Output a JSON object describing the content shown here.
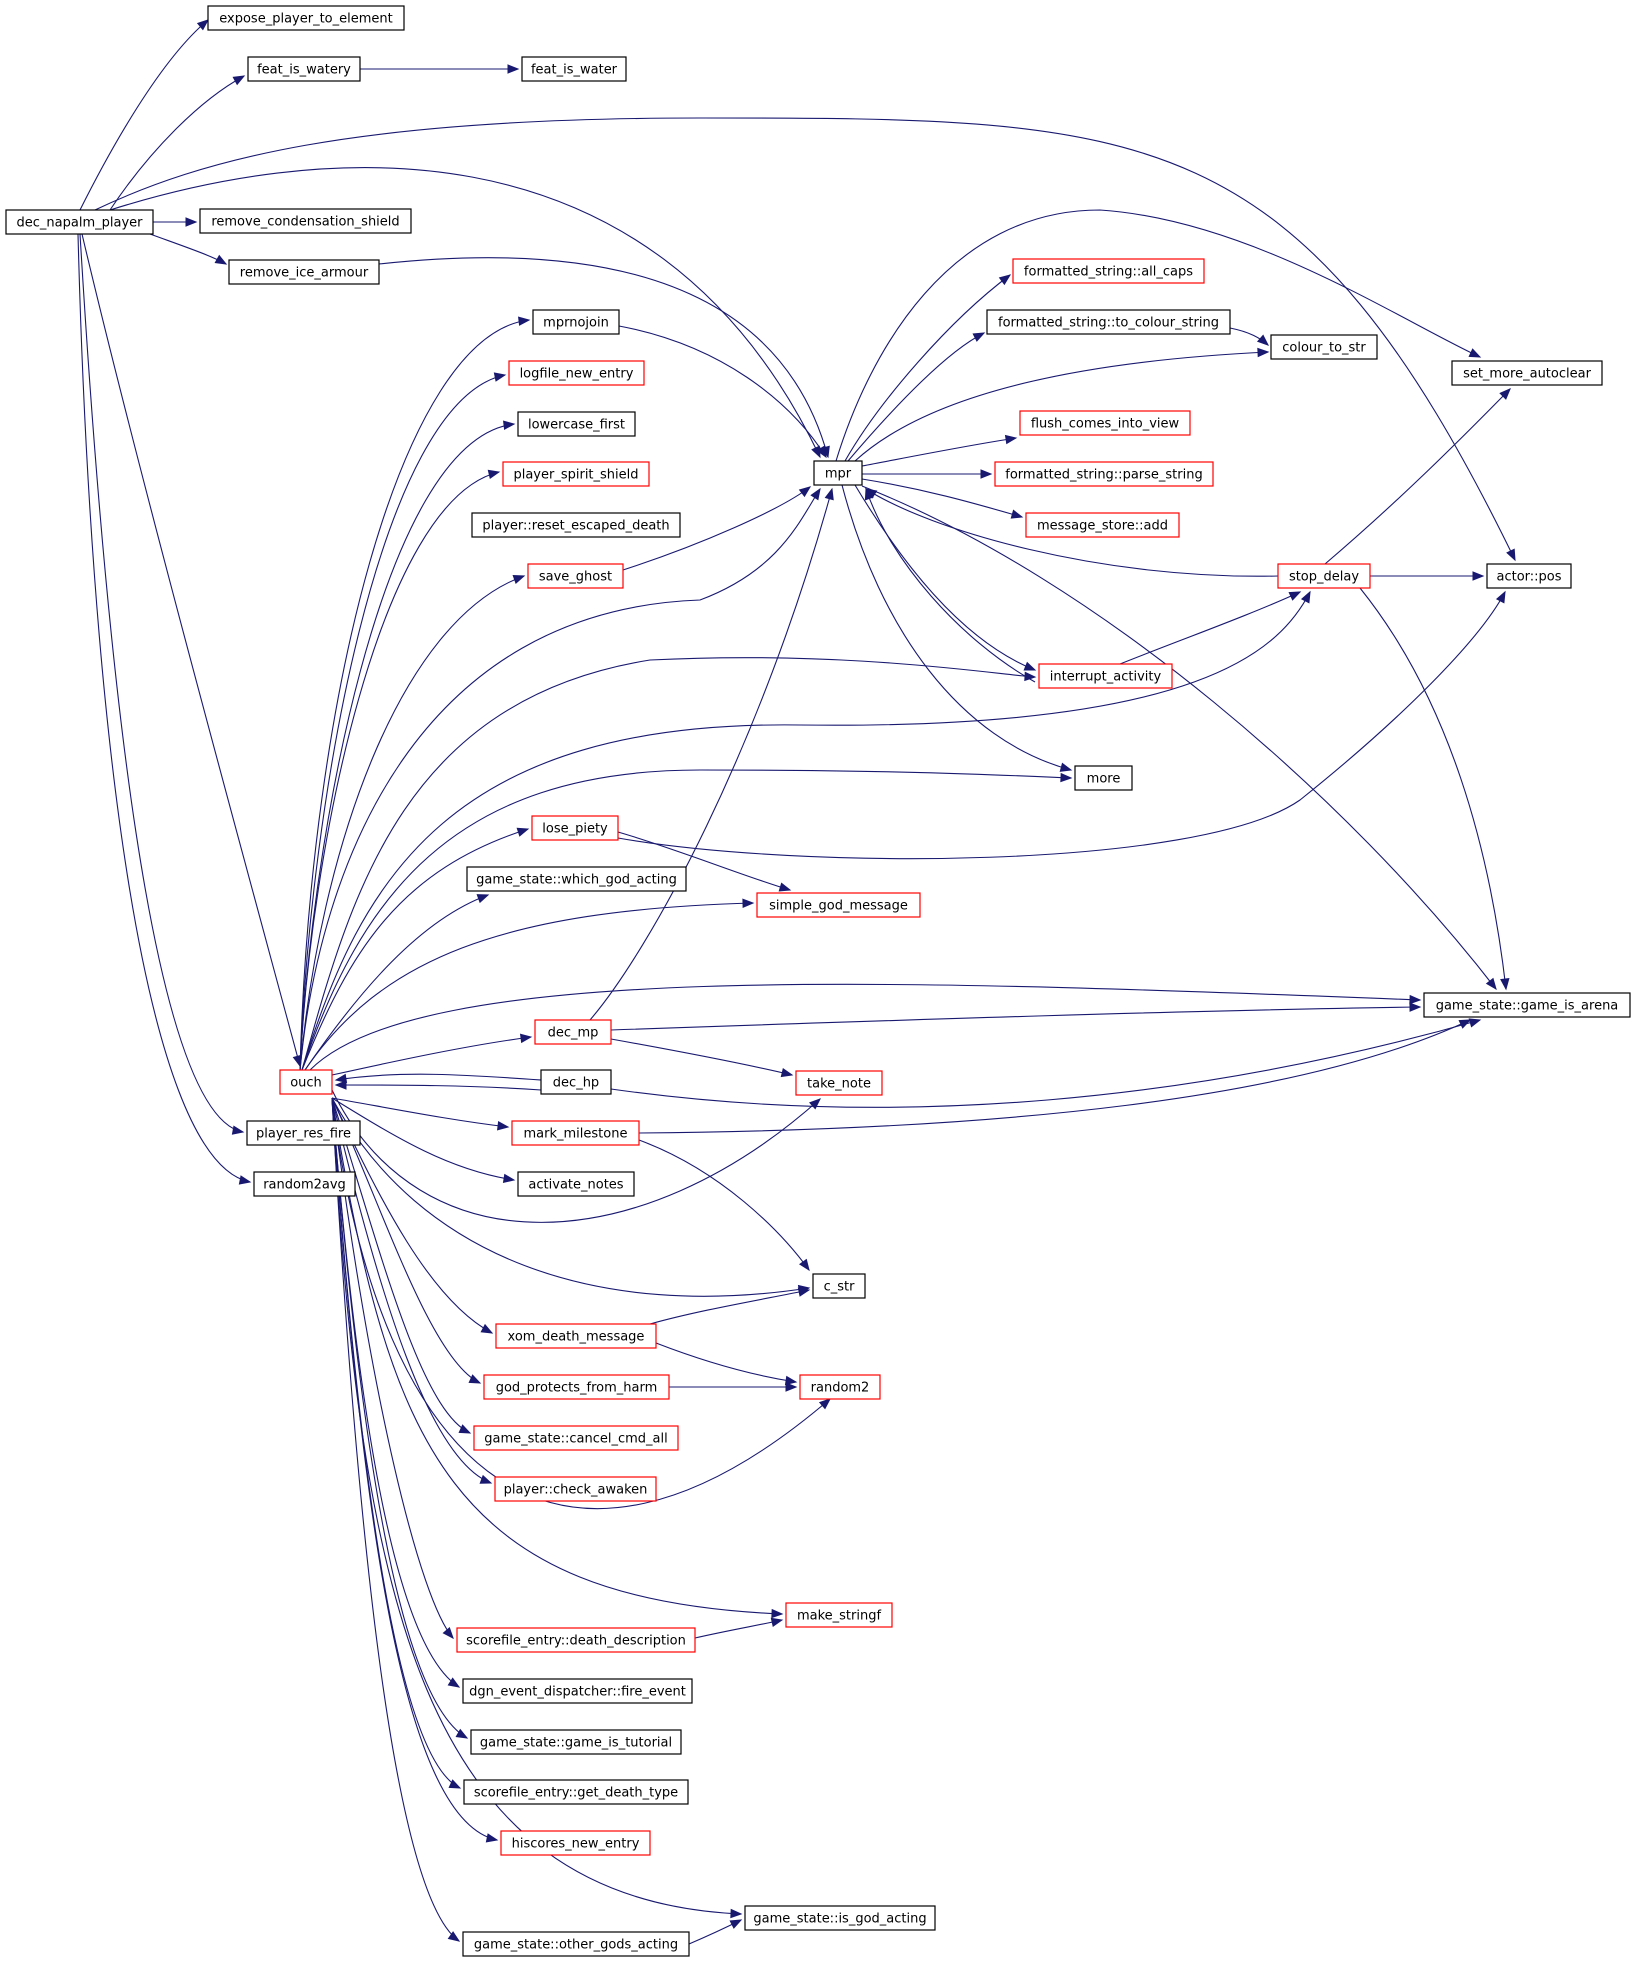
{
  "diagram": {
    "type": "call-graph",
    "colors": {
      "root_fill": "#bfbfbf",
      "black_border": "#000000",
      "red_border": "#ff0000",
      "edge": "#191970"
    },
    "nodes": [
      {
        "id": "dec_napalm_player",
        "label": "dec_napalm_player",
        "border": "black",
        "root": true
      },
      {
        "id": "expose_player_to_element",
        "label": "expose_player_to_element",
        "border": "black"
      },
      {
        "id": "feat_is_watery",
        "label": "feat_is_watery",
        "border": "black"
      },
      {
        "id": "feat_is_water",
        "label": "feat_is_water",
        "border": "black"
      },
      {
        "id": "remove_condensation_shield",
        "label": "remove_condensation_shield",
        "border": "black"
      },
      {
        "id": "remove_ice_armour",
        "label": "remove_ice_armour",
        "border": "black"
      },
      {
        "id": "mprnojoin",
        "label": "mprnojoin",
        "border": "black"
      },
      {
        "id": "logfile_new_entry",
        "label": "logfile_new_entry",
        "border": "red"
      },
      {
        "id": "lowercase_first",
        "label": "lowercase_first",
        "border": "black"
      },
      {
        "id": "player_spirit_shield",
        "label": "player_spirit_shield",
        "border": "red"
      },
      {
        "id": "player_reset_escaped_death",
        "label": "player::reset_escaped_death",
        "border": "black"
      },
      {
        "id": "save_ghost",
        "label": "save_ghost",
        "border": "red"
      },
      {
        "id": "mpr",
        "label": "mpr",
        "border": "black"
      },
      {
        "id": "fs_all_caps",
        "label": "formatted_string::all_caps",
        "border": "red"
      },
      {
        "id": "fs_to_colour_string",
        "label": "formatted_string::to_colour_string",
        "border": "black"
      },
      {
        "id": "colour_to_str",
        "label": "colour_to_str",
        "border": "black"
      },
      {
        "id": "set_more_autoclear",
        "label": "set_more_autoclear",
        "border": "black"
      },
      {
        "id": "flush_comes_into_view",
        "label": "flush_comes_into_view",
        "border": "red"
      },
      {
        "id": "fs_parse_string",
        "label": "formatted_string::parse_string",
        "border": "red"
      },
      {
        "id": "message_store_add",
        "label": "message_store::add",
        "border": "red"
      },
      {
        "id": "stop_delay",
        "label": "stop_delay",
        "border": "red"
      },
      {
        "id": "actor_pos",
        "label": "actor::pos",
        "border": "black"
      },
      {
        "id": "interrupt_activity",
        "label": "interrupt_activity",
        "border": "red"
      },
      {
        "id": "more",
        "label": "more",
        "border": "black"
      },
      {
        "id": "lose_piety",
        "label": "lose_piety",
        "border": "red"
      },
      {
        "id": "gs_which_god_acting",
        "label": "game_state::which_god_acting",
        "border": "black"
      },
      {
        "id": "simple_god_message",
        "label": "simple_god_message",
        "border": "red"
      },
      {
        "id": "gs_game_is_arena",
        "label": "game_state::game_is_arena",
        "border": "black"
      },
      {
        "id": "dec_mp",
        "label": "dec_mp",
        "border": "red"
      },
      {
        "id": "ouch",
        "label": "ouch",
        "border": "red"
      },
      {
        "id": "dec_hp",
        "label": "dec_hp",
        "border": "black"
      },
      {
        "id": "take_note",
        "label": "take_note",
        "border": "red"
      },
      {
        "id": "player_res_fire",
        "label": "player_res_fire",
        "border": "black"
      },
      {
        "id": "mark_milestone",
        "label": "mark_milestone",
        "border": "red"
      },
      {
        "id": "random2avg",
        "label": "random2avg",
        "border": "black"
      },
      {
        "id": "activate_notes",
        "label": "activate_notes",
        "border": "black"
      },
      {
        "id": "c_str",
        "label": "c_str",
        "border": "black"
      },
      {
        "id": "xom_death_message",
        "label": "xom_death_message",
        "border": "red"
      },
      {
        "id": "god_protects_from_harm",
        "label": "god_protects_from_harm",
        "border": "red"
      },
      {
        "id": "random2",
        "label": "random2",
        "border": "red"
      },
      {
        "id": "gs_cancel_cmd_all",
        "label": "game_state::cancel_cmd_all",
        "border": "red"
      },
      {
        "id": "player_check_awaken",
        "label": "player::check_awaken",
        "border": "red"
      },
      {
        "id": "make_stringf",
        "label": "make_stringf",
        "border": "red"
      },
      {
        "id": "se_death_description",
        "label": "scorefile_entry::death_description",
        "border": "red"
      },
      {
        "id": "dgn_fire_event",
        "label": "dgn_event_dispatcher::fire_event",
        "border": "black"
      },
      {
        "id": "gs_game_is_tutorial",
        "label": "game_state::game_is_tutorial",
        "border": "black"
      },
      {
        "id": "se_get_death_type",
        "label": "scorefile_entry::get_death_type",
        "border": "black"
      },
      {
        "id": "hiscores_new_entry",
        "label": "hiscores_new_entry",
        "border": "red"
      },
      {
        "id": "gs_is_god_acting",
        "label": "game_state::is_god_acting",
        "border": "black"
      },
      {
        "id": "gs_other_gods_acting",
        "label": "game_state::other_gods_acting",
        "border": "black"
      }
    ]
  }
}
